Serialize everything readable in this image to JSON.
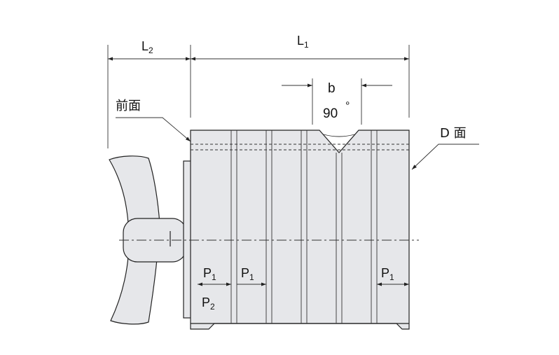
{
  "labels": {
    "l2_main": "L",
    "l2_sub": "2",
    "l1_main": "L",
    "l1_sub": "1",
    "b": "b",
    "angle_value": "90",
    "angle_unit": "°",
    "front_face": "前面",
    "d_face": "D 面",
    "p1_main": "P",
    "p1_sub": "1",
    "p2_main": "P",
    "p2_sub": "2"
  },
  "colors": {
    "body": "#e6e7ea",
    "line": "#222222",
    "background": "#ffffff"
  }
}
